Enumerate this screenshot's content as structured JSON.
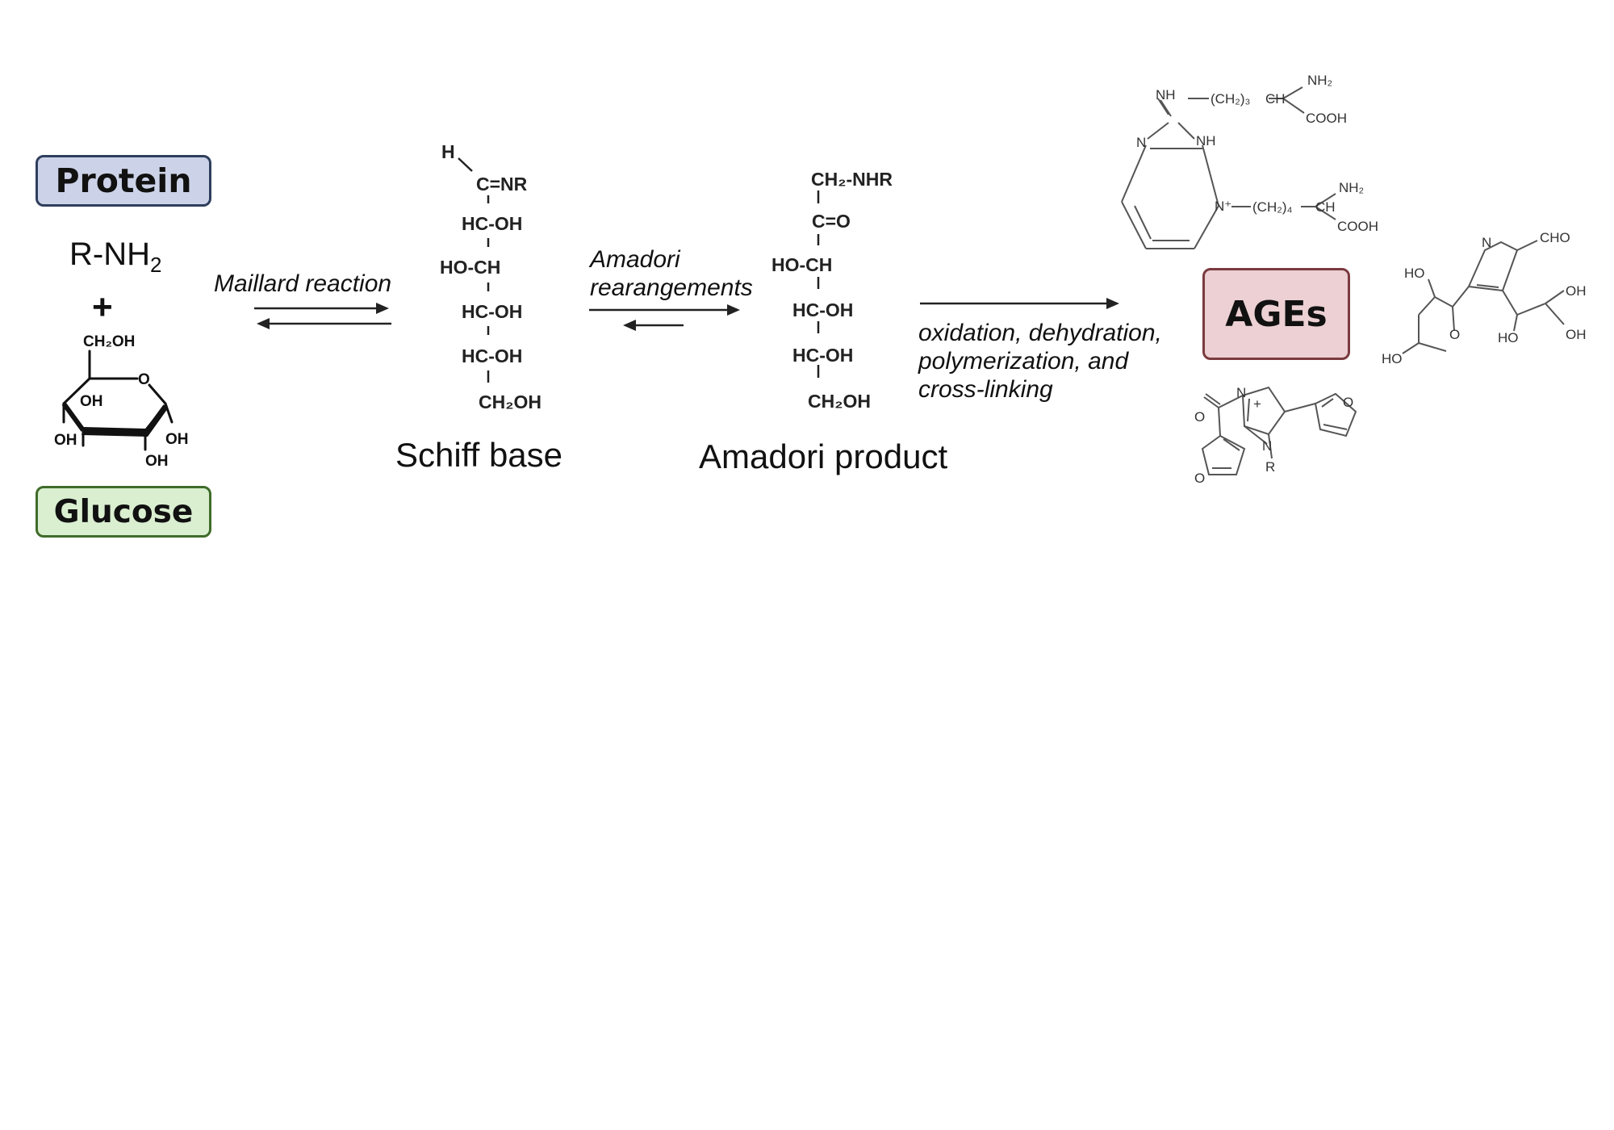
{
  "reactants": {
    "protein_label": "Protein",
    "amine_formula": "R-NH",
    "amine_subscript": "2",
    "plus": "+",
    "glucose_label": "Glucose",
    "glucose_atoms": {
      "ch2oh": "CH₂OH",
      "o": "O",
      "oh1": "OH",
      "oh2": "OH",
      "oh3": "OH",
      "oh4": "OH"
    }
  },
  "steps": {
    "maillard": "Maillard reaction",
    "amadori_line1": "Amadori",
    "amadori_line2": "rearangements",
    "final_line1": "oxidation, dehydration,",
    "final_line2": "polymerization, and",
    "final_line3": "cross-linking"
  },
  "schiff_base": {
    "label": "Schiff base",
    "atoms": {
      "h": "H",
      "r1": "C=NR",
      "r2": "HC-OH",
      "r3": "HO-CH",
      "r4": "HC-OH",
      "r5": "HC-OH",
      "r6": "CH₂OH"
    }
  },
  "amadori_product": {
    "label": "Amadori product",
    "atoms": {
      "r1": "CH₂-NHR",
      "r2": "C=O",
      "r3": "HO-CH",
      "r4": "HC-OH",
      "r5": "HC-OH",
      "r6": "CH₂OH"
    }
  },
  "ages": {
    "label": "AGEs",
    "structure1": {
      "nh": "NH",
      "ch2_3": "(CH₂)₃",
      "ch_a": "CH",
      "nh2_a": "NH₂",
      "cooh_a": "COOH",
      "n_ring": "N",
      "nh_ring": "NH",
      "n_plus": "N⁺",
      "ch2_4": "(CH₂)₄",
      "ch_b": "CH",
      "nh2_b": "NH₂",
      "cooh_b": "COOH"
    },
    "structure2": {
      "n": "N",
      "cho": "CHO",
      "ho1": "HO",
      "o": "O",
      "ho2": "HO",
      "oh1": "OH",
      "oh2": "OH",
      "ho3": "HO"
    },
    "structure3": {
      "n_plus": "N",
      "plus": "+",
      "o1": "O",
      "o2": "O",
      "o3": "O",
      "n": "N",
      "r": "R"
    }
  },
  "colors": {
    "protein_fill": "#ccd3e8",
    "protein_border": "#2f3e5c",
    "glucose_fill": "#d9efd0",
    "glucose_border": "#3f6b2a",
    "ages_fill": "#ecd0d3",
    "ages_border": "#7a3a3f"
  }
}
